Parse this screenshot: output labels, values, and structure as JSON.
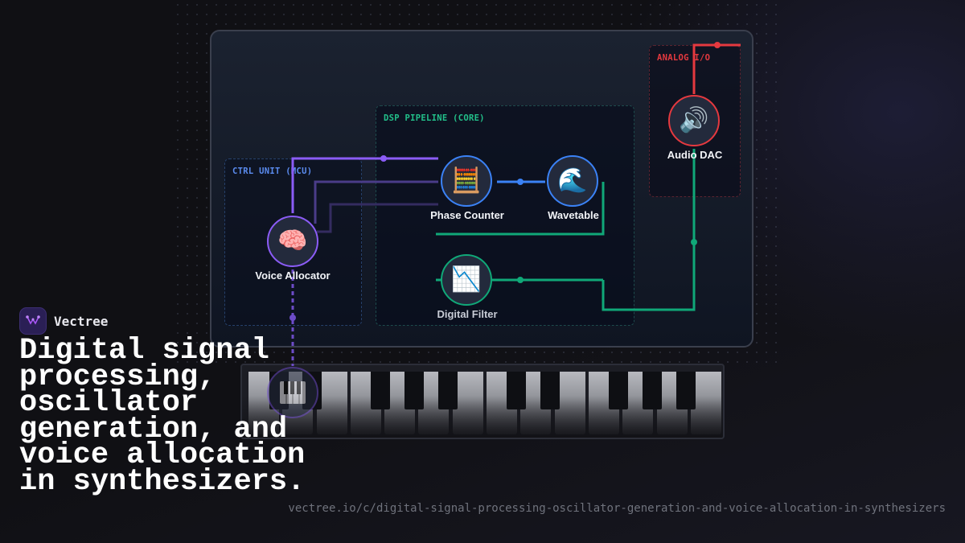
{
  "zones": {
    "ctrl": "CTRL UNIT (MCU)",
    "dsp": "DSP PIPELINE (CORE)",
    "io": "ANALOG I/O"
  },
  "nodes": {
    "voice_allocator": {
      "label": "Voice Allocator",
      "icon": "brain-icon",
      "glyph": "🧠"
    },
    "phase_counter": {
      "label": "Phase Counter",
      "icon": "abacus-icon",
      "glyph": "🧮"
    },
    "wavetable": {
      "label": "Wavetable",
      "icon": "wave-icon",
      "glyph": "🌊"
    },
    "digital_filter": {
      "label": "Digital Filter",
      "icon": "chart-decreasing-icon",
      "glyph": "📉"
    },
    "audio_dac": {
      "label": "Audio DAC",
      "icon": "speaker-icon",
      "glyph": "🔊"
    },
    "keyboard_input": {
      "icon": "piano-keys-icon"
    }
  },
  "colors": {
    "ctrl": "#8b5cf6",
    "dsp_blue": "#3b82f6",
    "dsp_green": "#10a878",
    "io": "#e5393f",
    "ctrl_label": "#5b8cf0",
    "dsp_label": "#22c08a",
    "io_label": "#e5393f"
  },
  "brand": {
    "name": "Vectree"
  },
  "headline": "Digital signal processing, oscillator generation, and voice allocation in synthesizers.",
  "url": "vectree.io/c/digital-signal-processing-oscillator-generation-and-voice-allocation-in-synthesizers"
}
